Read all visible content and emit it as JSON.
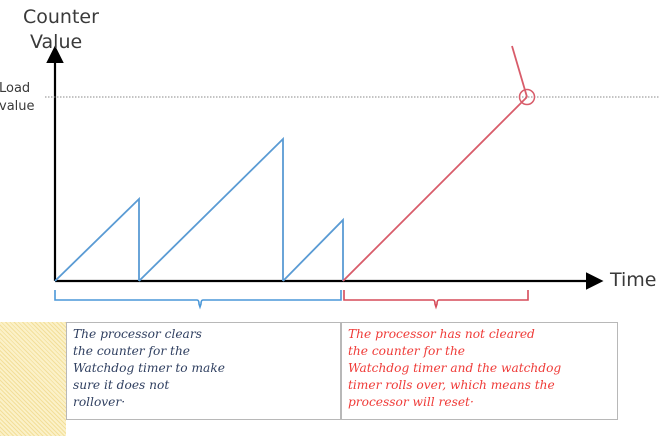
{
  "diagram": {
    "y_axis_title_line_1": "Counter",
    "y_axis_title_line_2": "Value",
    "load_value_line_1": "Load",
    "load_value_line_2": "value",
    "x_axis_label": "Time",
    "left_annotation": {
      "lines": [
        "The processor clears",
        "the counter for the",
        "Watchdog timer to make",
        "sure it does not",
        "rollover·"
      ]
    },
    "right_annotation": {
      "lines": [
        "The processor has not cleared",
        "the counter for the",
        "Watchdog timer and the watchdog",
        "timer rolls over, which means the",
        "processor will reset·"
      ]
    },
    "colors": {
      "axis": "#000000",
      "normal_counter": "#5a9bd4",
      "reset_path": "#d85c6a",
      "brace_blue": "#4a97d8",
      "brace_red": "#d64b59",
      "text_blue": "#2f3f60",
      "text_red": "#ef3b38",
      "load_line": "#8a8a8a",
      "decorative_panel": "#f6e6a9"
    }
  }
}
